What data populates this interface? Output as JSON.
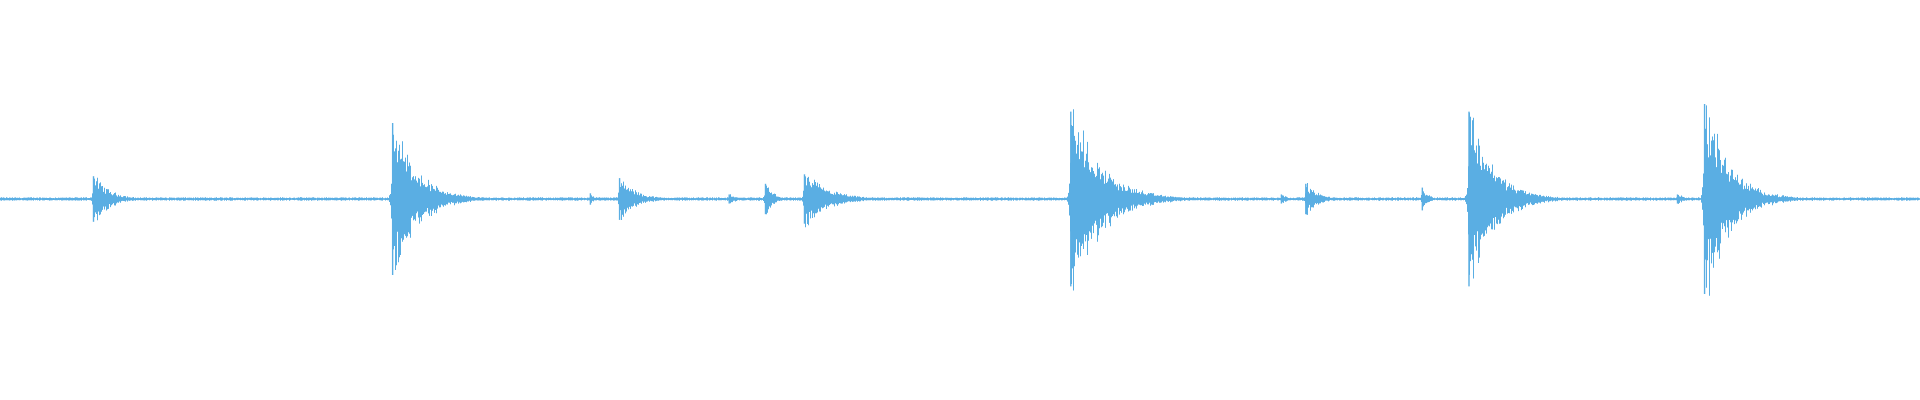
{
  "waveform": {
    "color": "#5aaee3",
    "background": "#ffffff",
    "duration_fraction_markers": true,
    "peaks": [
      {
        "t": 0.0487,
        "amp": 0.06,
        "decay": 0.008
      },
      {
        "t": 0.2045,
        "amp": 0.2,
        "decay": 0.012
      },
      {
        "t": 0.3075,
        "amp": 0.015,
        "decay": 0.002
      },
      {
        "t": 0.3227,
        "amp": 0.055,
        "decay": 0.008
      },
      {
        "t": 0.3798,
        "amp": 0.012,
        "decay": 0.004
      },
      {
        "t": 0.3987,
        "amp": 0.04,
        "decay": 0.004
      },
      {
        "t": 0.419,
        "amp": 0.065,
        "decay": 0.012
      },
      {
        "t": 0.5577,
        "amp": 0.23,
        "decay": 0.015
      },
      {
        "t": 0.6674,
        "amp": 0.012,
        "decay": 0.004
      },
      {
        "t": 0.6801,
        "amp": 0.04,
        "decay": 0.006
      },
      {
        "t": 0.7408,
        "amp": 0.03,
        "decay": 0.003
      },
      {
        "t": 0.7651,
        "amp": 0.23,
        "decay": 0.012
      },
      {
        "t": 0.8737,
        "amp": 0.012,
        "decay": 0.004
      },
      {
        "t": 0.8878,
        "amp": 0.25,
        "decay": 0.012
      }
    ],
    "noise_floor": 0.004
  }
}
